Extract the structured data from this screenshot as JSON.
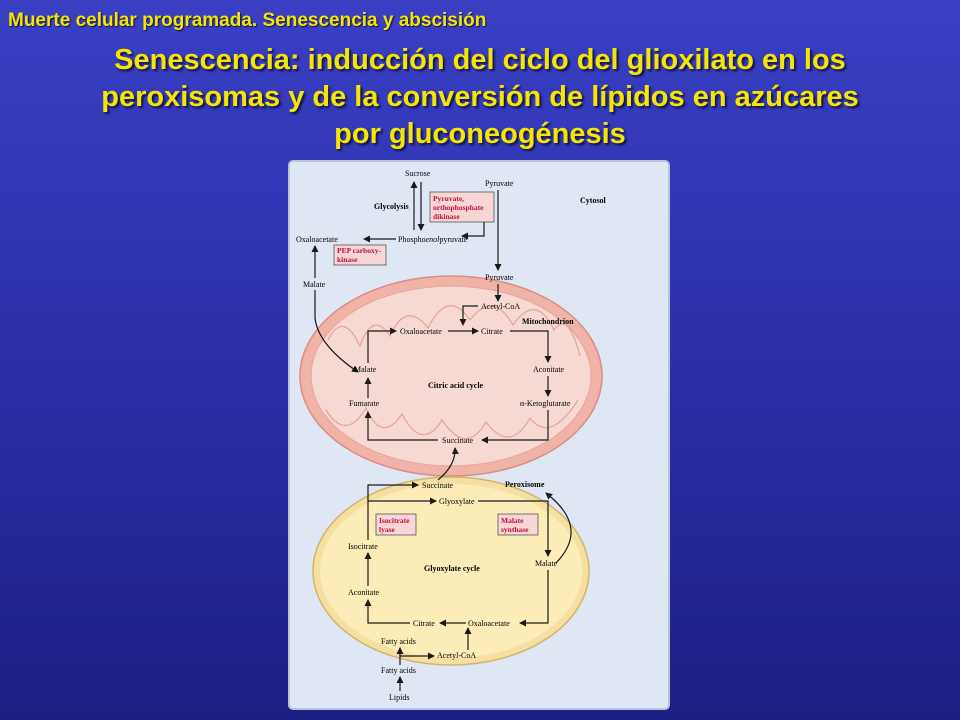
{
  "header": {
    "top_title": "Muerte celular programada. Senescencia y abscisión",
    "title_lines": [
      "Senescencia: inducción del ciclo del glioxilato en los",
      "peroxisomas y de la conversión de lípidos en azúcares",
      "por gluconeogénesis"
    ]
  },
  "diagram": {
    "compartments": {
      "cytosol": "Cytosol",
      "mitochondrion": "Mitochondrion",
      "peroxisome": "Peroxisome"
    },
    "cytosol": {
      "sucrose": "Sucrose",
      "pyruvate": "Pyruvate",
      "glycolysis": "Glycolysis",
      "enzyme_ppdk": [
        "Pyruvate,",
        "orthophosphate",
        "dikinase"
      ],
      "oxaloacetate": "Oxaloacetate",
      "pep_prefix": "Phospho",
      "pep_enol": "enol",
      "pep_suffix": "pyruvate",
      "enzyme_pepck": [
        "PEP carboxy-",
        "kinase"
      ],
      "malate": "Malate"
    },
    "mitochondrion": {
      "pyruvate": "Pyruvate",
      "acetyl_coa": "Acetyl-CoA",
      "oxaloacetate": "Oxaloacetate",
      "citrate": "Citrate",
      "malate": "Malate",
      "aconitate": "Aconitate",
      "cycle_label": "Citric acid cycle",
      "fumarate": "Fumarate",
      "ketoglutarate": "α-Ketoglutarate",
      "succinate": "Succinate"
    },
    "peroxisome": {
      "succinate": "Succinate",
      "glyoxylate": "Glyoxylate",
      "enzyme_icl": [
        "Isocitrate",
        "lyase"
      ],
      "enzyme_ms": [
        "Malate",
        "synthase"
      ],
      "isocitrate": "Isocitrate",
      "cycle_label": "Glyoxylate cycle",
      "malate": "Malate",
      "aconitate": "Aconitate",
      "citrate": "Citrate",
      "oxaloacetate": "Oxaloacetate",
      "fatty_acids_in": "Fatty acids",
      "acetyl_coa": "Acetyl-CoA"
    },
    "outside": {
      "fatty_acids": "Fatty acids",
      "lipids": "Lipids"
    },
    "colors": {
      "panel_bg": "#dfe7f5",
      "mito_fill": "#f7d9d3",
      "mito_edge": "#e9a79e",
      "perox_fill": "#fcecb8",
      "perox_edge": "#d9c07a",
      "enzyme_box": "#f6d6d6",
      "enzyme_text": "#c0123a"
    }
  }
}
